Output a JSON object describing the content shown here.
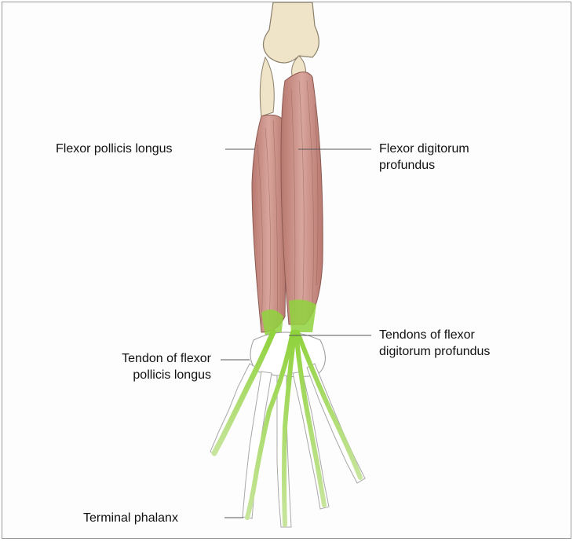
{
  "labels": {
    "flexor_pollicis_longus": "Flexor pollicis longus",
    "flexor_digitorum_profundus_line1": "Flexor digitorum",
    "flexor_digitorum_profundus_line2": "profundus",
    "tendons_fdp_line1": "Tendons of flexor",
    "tendons_fdp_line2": "digitorum profundus",
    "tendon_fpl_line1": "Tendon of flexor",
    "tendon_fpl_line2": "pollicis longus",
    "terminal_phalanx": "Terminal phalanx"
  },
  "colors": {
    "muscle": "#c98e86",
    "muscle_dark": "#a86a62",
    "bone": "#efe3c8",
    "tendon": "#b9dc86",
    "tendon_bright": "#8fd23c",
    "leader_line": "#555555"
  }
}
